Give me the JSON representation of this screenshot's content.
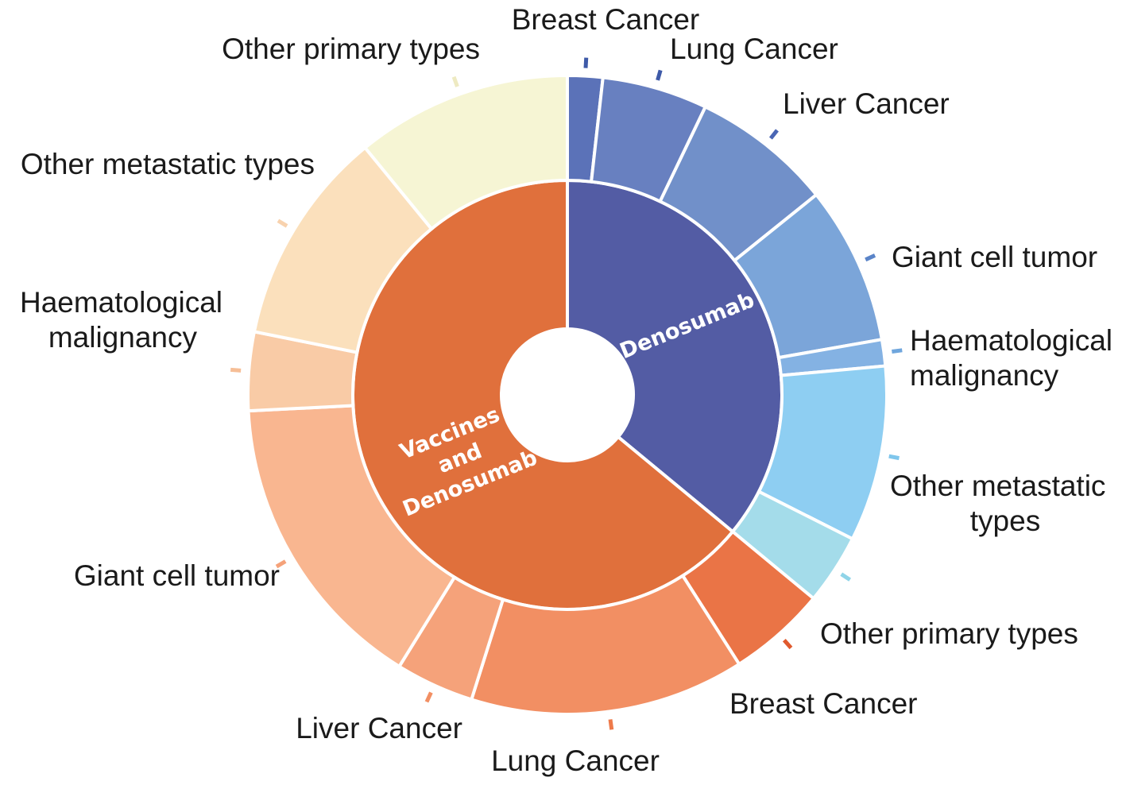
{
  "chart_data": {
    "type": "sunburst",
    "title": "",
    "groups": [
      {
        "name": "Denosumab",
        "label_lines": [
          "Denosumab"
        ],
        "value": 36,
        "color": "#535CA4",
        "children": [
          {
            "name": "Breast Cancer",
            "label_lines": [
              "Breast Cancer"
            ],
            "value": 2,
            "color": "#5B72B8"
          },
          {
            "name": "Lung Cancer",
            "label_lines": [
              "Lung Cancer"
            ],
            "value": 6,
            "color": "#6880C0"
          },
          {
            "name": "Liver Cancer",
            "label_lines": [
              "Liver Cancer"
            ],
            "value": 8,
            "color": "#7190C9"
          },
          {
            "name": "Giant cell tumor",
            "label_lines": [
              "Giant cell tumor"
            ],
            "value": 9,
            "color": "#7BA5D9"
          },
          {
            "name": "Haematological malignancy",
            "label_lines": [
              "Haematological",
              "malignancy"
            ],
            "value": 1.5,
            "color": "#84B2E3"
          },
          {
            "name": "Other metastatic types",
            "label_lines": [
              "Other metastatic",
              "types"
            ],
            "value": 10,
            "color": "#8ECEF2"
          },
          {
            "name": "Other primary types",
            "label_lines": [
              "Other primary types"
            ],
            "value": 4,
            "color": "#A4DCEA"
          }
        ]
      },
      {
        "name": "Vaccines and Denosumab",
        "label_lines": [
          "Vaccines",
          "and",
          "Denosumab"
        ],
        "value": 64,
        "color": "#E0703C",
        "children": [
          {
            "name": "Breast Cancer",
            "label_lines": [
              "Breast Cancer"
            ],
            "value": 5,
            "color": "#EA7446"
          },
          {
            "name": "Lung Cancer",
            "label_lines": [
              "Lung Cancer"
            ],
            "value": 14,
            "color": "#F28F63"
          },
          {
            "name": "Liver Cancer",
            "label_lines": [
              "Liver Cancer"
            ],
            "value": 4,
            "color": "#F5A27A"
          },
          {
            "name": "Giant cell tumor",
            "label_lines": [
              "Giant cell tumor"
            ],
            "value": 15.5,
            "color": "#F9B690"
          },
          {
            "name": "Haematological malignancy",
            "label_lines": [
              "Haematological",
              "malignancy"
            ],
            "value": 4,
            "color": "#F9CBA6"
          },
          {
            "name": "Other metastatic types",
            "label_lines": [
              "Other metastatic types"
            ],
            "value": 11,
            "color": "#FBE0BC"
          },
          {
            "name": "Other primary types",
            "label_lines": [
              "Other primary types"
            ],
            "value": 11,
            "color": "#F6F5D4"
          }
        ]
      }
    ]
  }
}
